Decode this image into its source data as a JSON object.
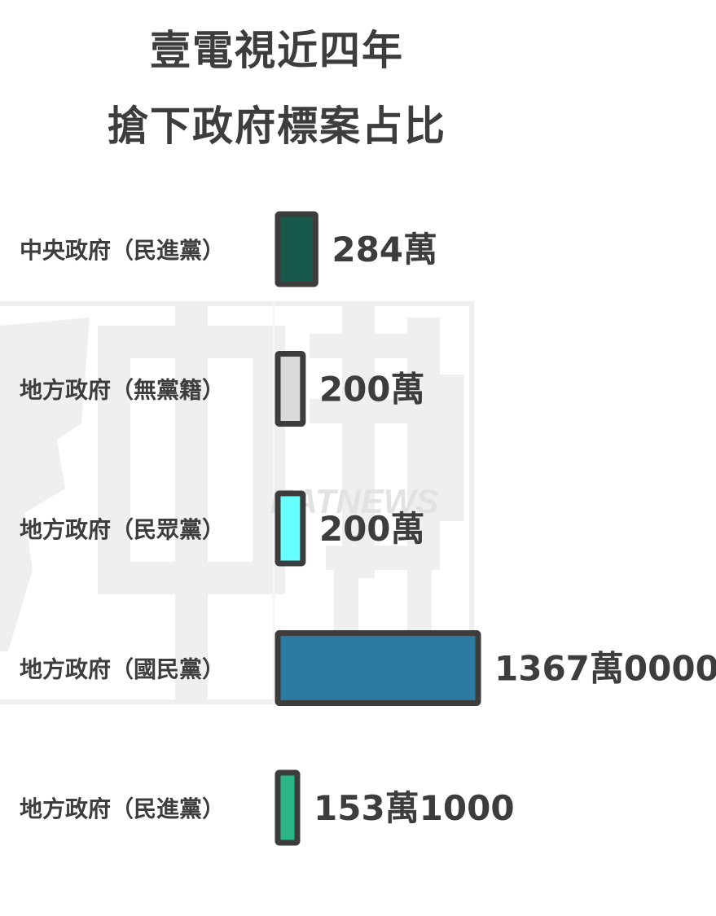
{
  "chart_data": {
    "type": "bar",
    "orientation": "horizontal",
    "title": "壹電視近四年",
    "subtitle": "搶下政府標案占比",
    "categories": [
      "中央政府（民進黨）",
      "地方政府（無黨籍）",
      "地方政府（民眾黨）",
      "地方政府（國民黨）",
      "地方政府（民進黨）"
    ],
    "values": [
      284,
      200,
      200,
      1367,
      153.1
    ],
    "value_unit": "萬 (NTD 10,000)",
    "data_labels": [
      "284萬",
      "200萬",
      "200萬",
      "1367萬0000",
      "153萬1000"
    ],
    "colors": [
      "#17594a",
      "#d9d9d9",
      "#66ffff",
      "#2a7aa1",
      "#2bb585"
    ],
    "bar_outline_color": "#3d3d3d",
    "xlim": [
      0,
      1367
    ],
    "grid": false,
    "legend": "none"
  },
  "watermark": {
    "text": "EATNEWS"
  }
}
